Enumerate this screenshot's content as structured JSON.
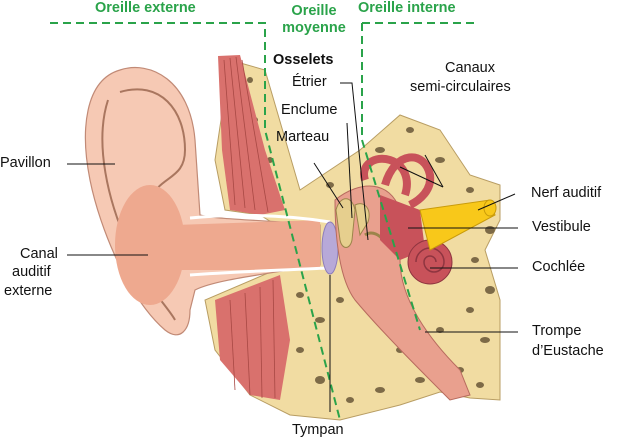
{
  "regions": {
    "external": "Oreille externe",
    "middle_1": "Oreille",
    "middle_2": "moyenne",
    "internal": "Oreille interne"
  },
  "labels": {
    "ossicles_title": "Osselets",
    "stirrup": "Étrier",
    "anvil": "Enclume",
    "hammer": "Marteau",
    "canals_1": "Canaux",
    "canals_2": "semi-circulaires",
    "pinna": "Pavillon",
    "canal_1": "Canal",
    "canal_2": "auditif",
    "canal_3": "externe",
    "nerve": "Nerf auditif",
    "vestibule": "Vestibule",
    "cochlea": "Cochlée",
    "tube_1": "Trompe",
    "tube_2": "d’Eustache",
    "eardrum": "Tympan"
  },
  "colors": {
    "green": "#2aa34a",
    "skin": "#f6c9b4",
    "skin_dark": "#eea98f",
    "bone": "#f1dca2",
    "bone_spot": "#7d6a47",
    "muscle": "#d9716d",
    "inner": "#c8525a",
    "nerve": "#f8c81a",
    "drum": "#b7a9d8"
  }
}
